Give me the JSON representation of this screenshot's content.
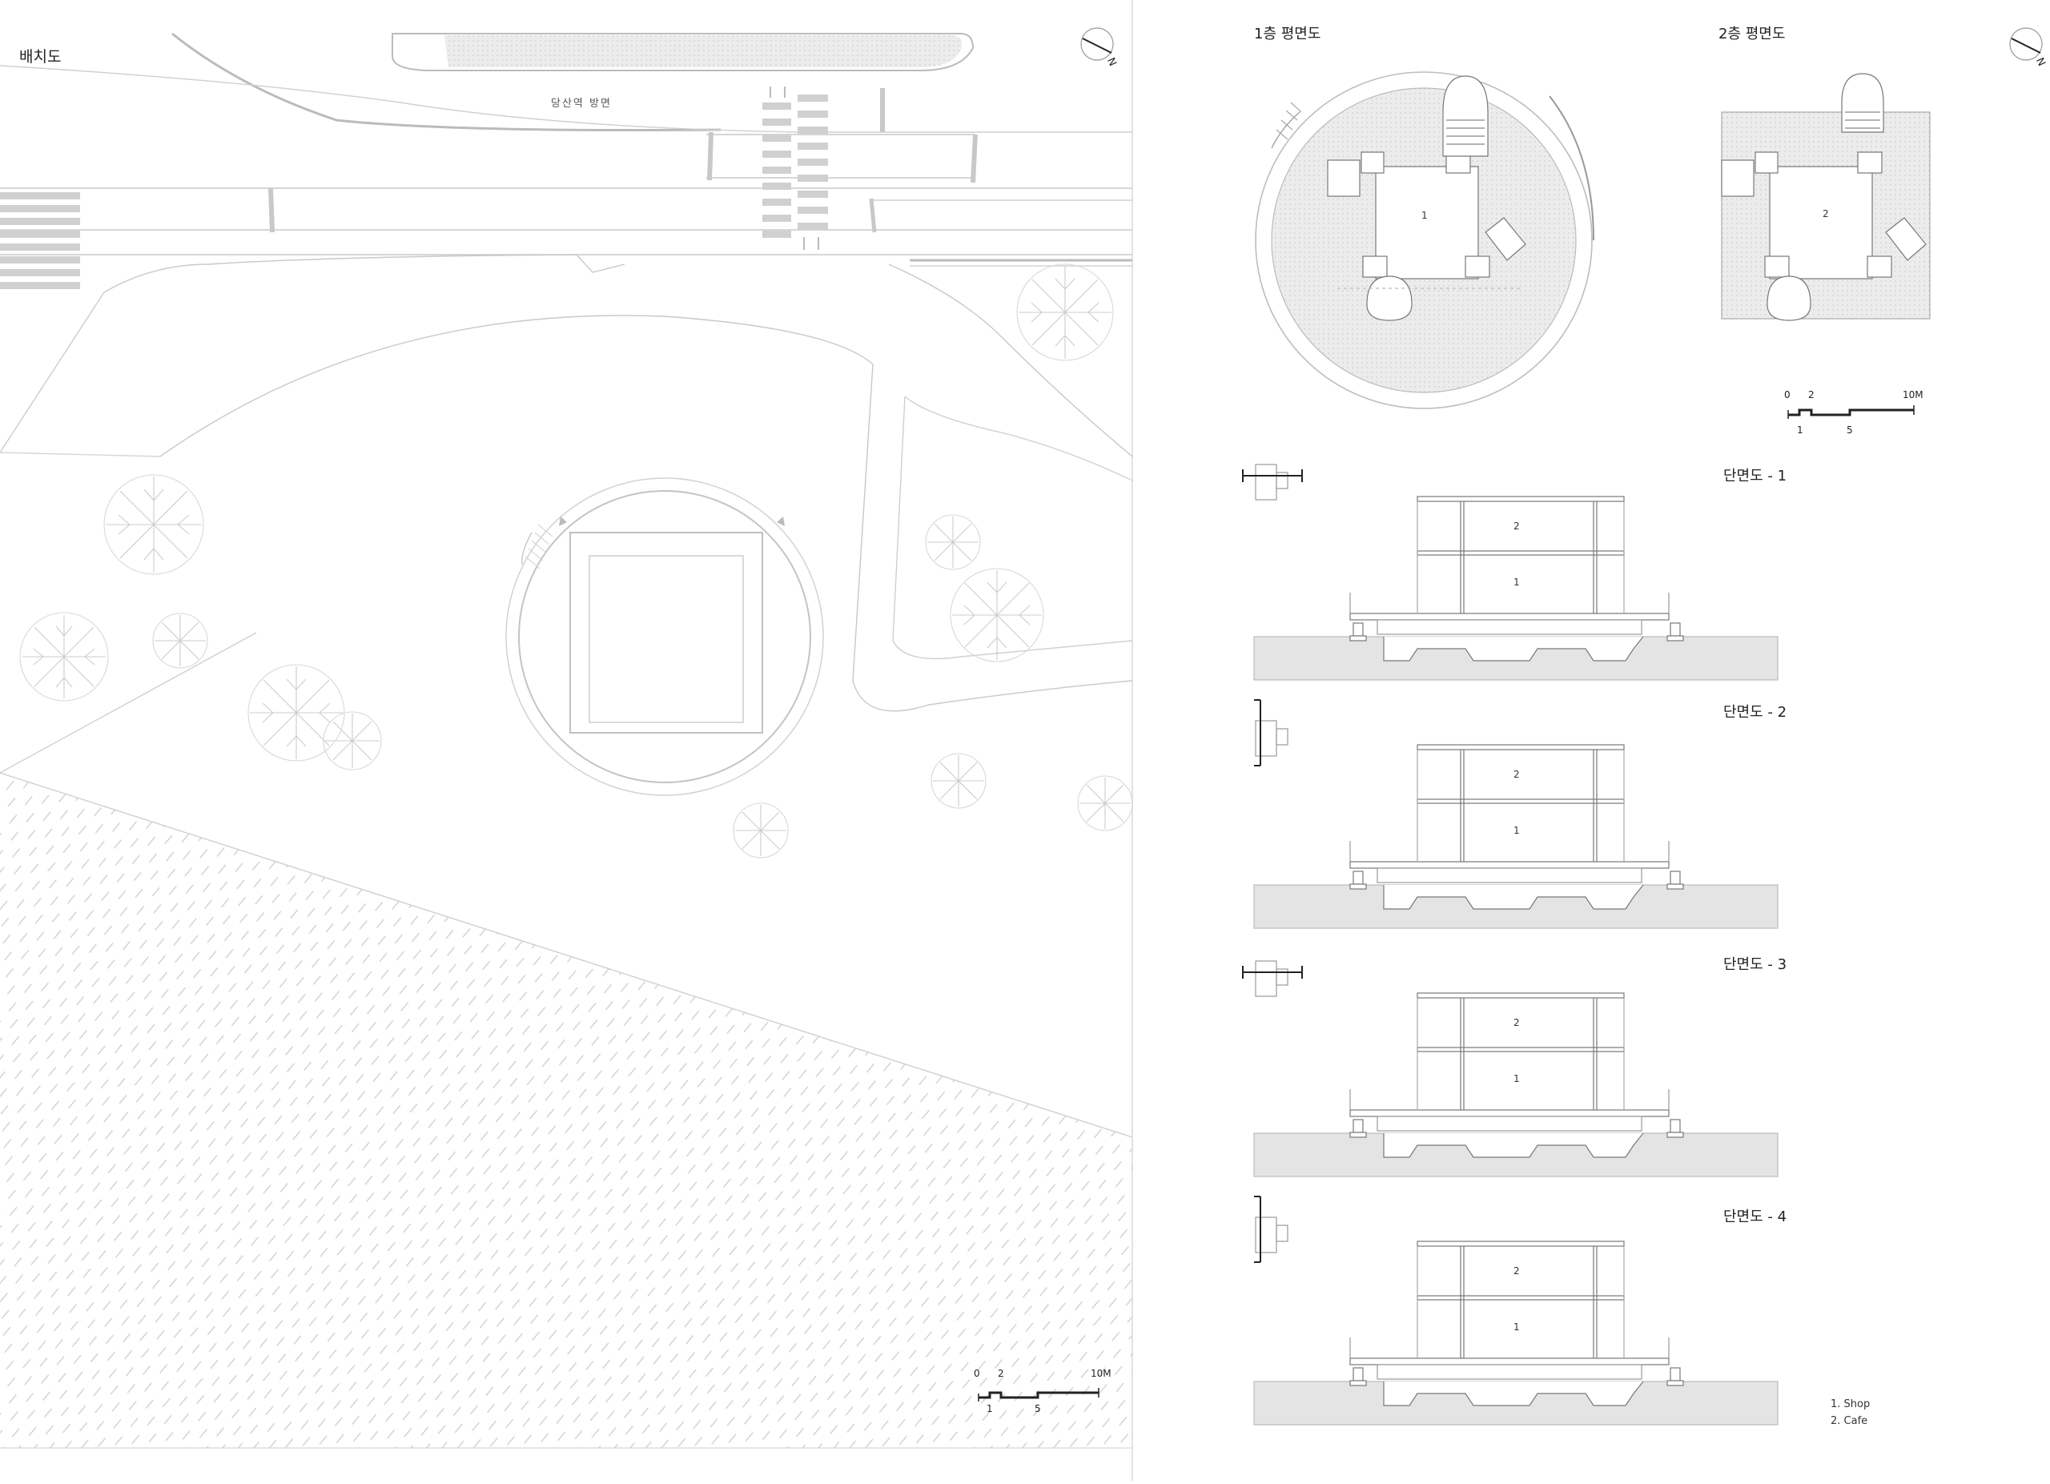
{
  "site_plan": {
    "title": "배치도",
    "road_label": "당산역 방면",
    "scale": {
      "ticks_top": [
        "0",
        "2",
        "10M"
      ],
      "ticks_bottom": [
        "1",
        "5"
      ]
    },
    "north": "N"
  },
  "floor_plans": {
    "floor1": {
      "title": "1층 평면도",
      "room": "1"
    },
    "floor2": {
      "title": "2층 평면도",
      "room": "2"
    },
    "scale": {
      "ticks_top": [
        "0",
        "2",
        "10M"
      ],
      "ticks_bottom": [
        "1",
        "5"
      ]
    },
    "north": "N"
  },
  "sections": [
    {
      "title": "단면도 - 1",
      "upper": "2",
      "lower": "1"
    },
    {
      "title": "단면도 - 2",
      "upper": "2",
      "lower": "1"
    },
    {
      "title": "단면도 - 3",
      "upper": "2",
      "lower": "1"
    },
    {
      "title": "단면도 - 4",
      "upper": "2",
      "lower": "1"
    }
  ],
  "legend": [
    "1. Shop",
    "2. Cafe"
  ],
  "colors": {
    "line": "#bdbdbd",
    "ground": "#e4e4e4",
    "hatch": "#dadada",
    "dark": "#222222"
  }
}
